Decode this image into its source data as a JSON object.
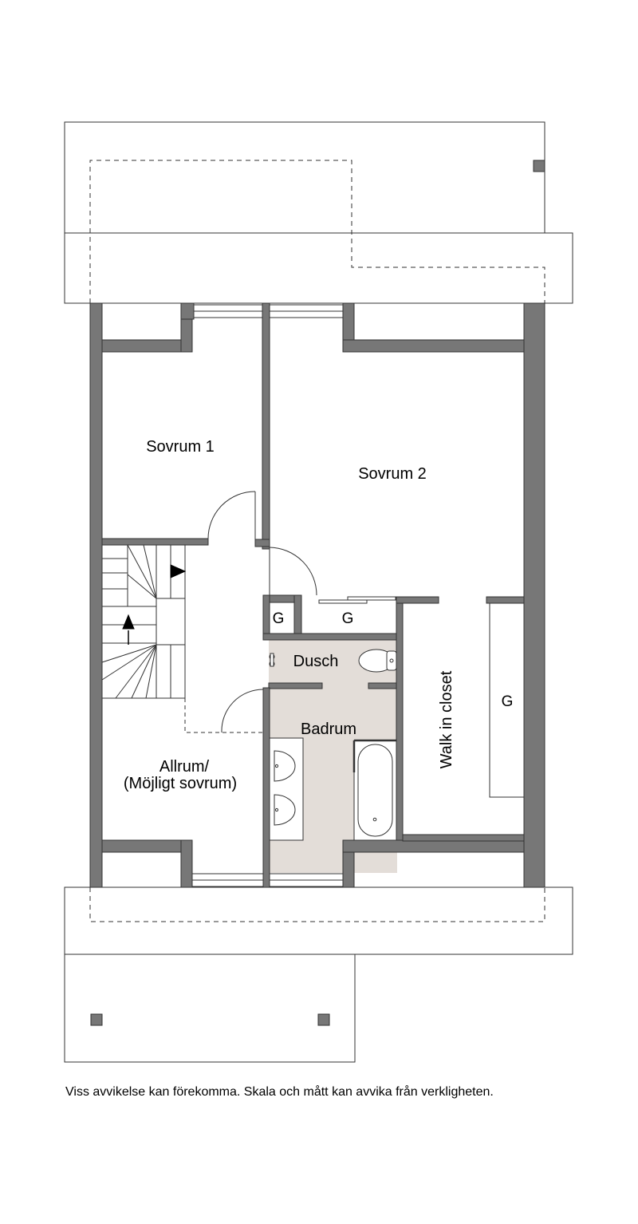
{
  "rooms": {
    "sovrum1": "Sovrum 1",
    "sovrum2": "Sovrum 2",
    "dusch": "Dusch",
    "badrum": "Badrum",
    "allrum_line1": "Allrum/",
    "allrum_line2": "(Möjligt sovrum)",
    "walk_in_closet": "Walk in closet"
  },
  "storage": {
    "g1": "G",
    "g2": "G",
    "g3": "G"
  },
  "disclaimer": "Viss avvikelse kan förekomma. Skala och mått kan avvika från verkligheten.",
  "colors": {
    "wall": "#777777",
    "wall_outline": "#333333",
    "bathroom_floor": "#e3ddd8",
    "line": "#333333"
  }
}
